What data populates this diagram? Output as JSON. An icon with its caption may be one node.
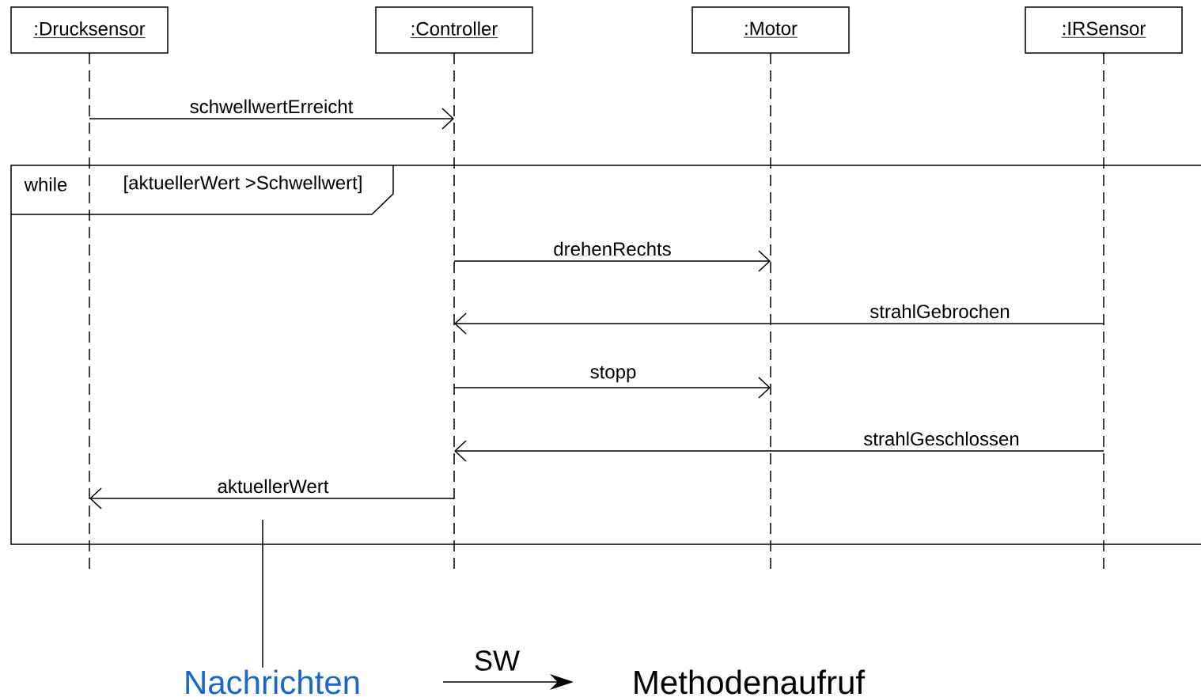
{
  "diagram": {
    "nodes": [
      {
        "text": [
          ":Drucksensor"
        ]
      },
      {
        "text": [
          ":Controller"
        ]
      },
      {
        "text": [
          ":Motor"
        ]
      },
      {
        "text": [
          ":IRSensor"
        ]
      },
      {
        "text": [
          "while",
          "[aktuellerWert >Schwellwert]"
        ]
      },
      {
        "text": [
          "Nachrichten"
        ]
      },
      {
        "text": [
          "Methodenaufruf"
        ]
      },
      {
        "text": [],
        "shape": "line"
      },
      {
        "text": [],
        "shape": "line"
      },
      {
        "text": [],
        "shape": "line"
      },
      {
        "text": [],
        "shape": "line"
      }
    ],
    "edges": [
      {
        "from": 7,
        "to": 8,
        "arrow": "to",
        "label": "schwellwertErreicht"
      },
      {
        "from": 8,
        "to": 9,
        "arrow": "to",
        "label": "drehenRechts"
      },
      {
        "from": 10,
        "to": 8,
        "arrow": "to",
        "label": "strahlGebrochen"
      },
      {
        "from": 8,
        "to": 9,
        "arrow": "to",
        "label": "stopp"
      },
      {
        "from": 10,
        "to": 8,
        "arrow": "to",
        "label": "strahlGeschlossen"
      },
      {
        "from": 8,
        "to": 7,
        "arrow": "to",
        "label": "aktuellerWert"
      },
      {
        "from": 5,
        "to": null,
        "arrow": "none"
      },
      {
        "from": 5,
        "to": 6,
        "arrow": "to",
        "label": "SW"
      }
    ]
  }
}
